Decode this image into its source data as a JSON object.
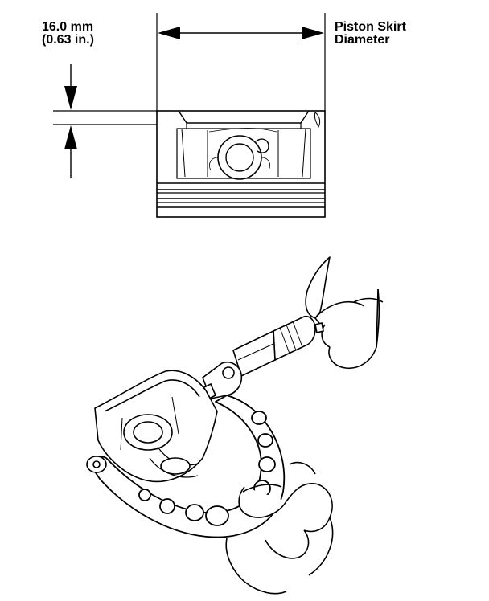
{
  "dimension": {
    "metric": "16.0 mm",
    "imperial": "(0.63 in.)"
  },
  "callout": {
    "line1": "Piston Skirt",
    "line2": "Diameter"
  },
  "colors": {
    "ink": "#000000",
    "paper": "#ffffff",
    "shade": "#d9d9d9"
  }
}
